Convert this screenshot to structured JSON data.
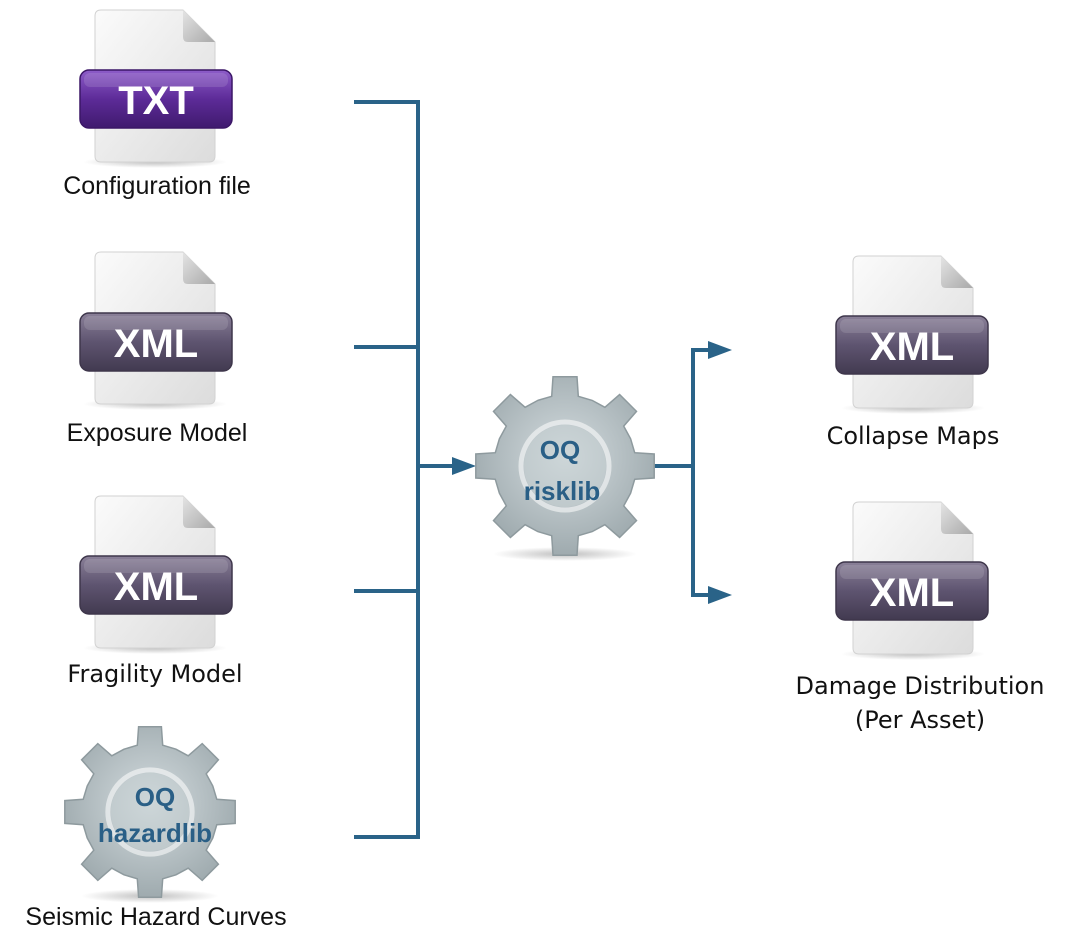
{
  "inputs": {
    "config": {
      "badge": "TXT",
      "label": "Configuration file"
    },
    "exposure": {
      "badge": "XML",
      "label": "Exposure Model"
    },
    "fragility": {
      "badge": "XML",
      "label": "Fragility Model"
    },
    "hazard": {
      "line1": "OQ",
      "line2": "hazardlib",
      "label": "Seismic Hazard Curves"
    }
  },
  "engine": {
    "line1": "OQ",
    "line2": "risklib"
  },
  "outputs": {
    "collapse": {
      "badge": "XML",
      "label": "Collapse Maps"
    },
    "damage": {
      "badge": "XML",
      "label_line1": "Damage Distribution",
      "label_line2": "(Per Asset)"
    }
  },
  "colors": {
    "connector": "#2a6388",
    "txt_badge": "#5b2a8e",
    "xml_badge": "#5e5470",
    "gear_body": "#b7c2c6",
    "gear_text": "#2a5f86",
    "page": "#f1f1f1"
  },
  "icons": {
    "file": "document-icon",
    "gear": "gear-icon",
    "arrow": "arrow-head"
  }
}
